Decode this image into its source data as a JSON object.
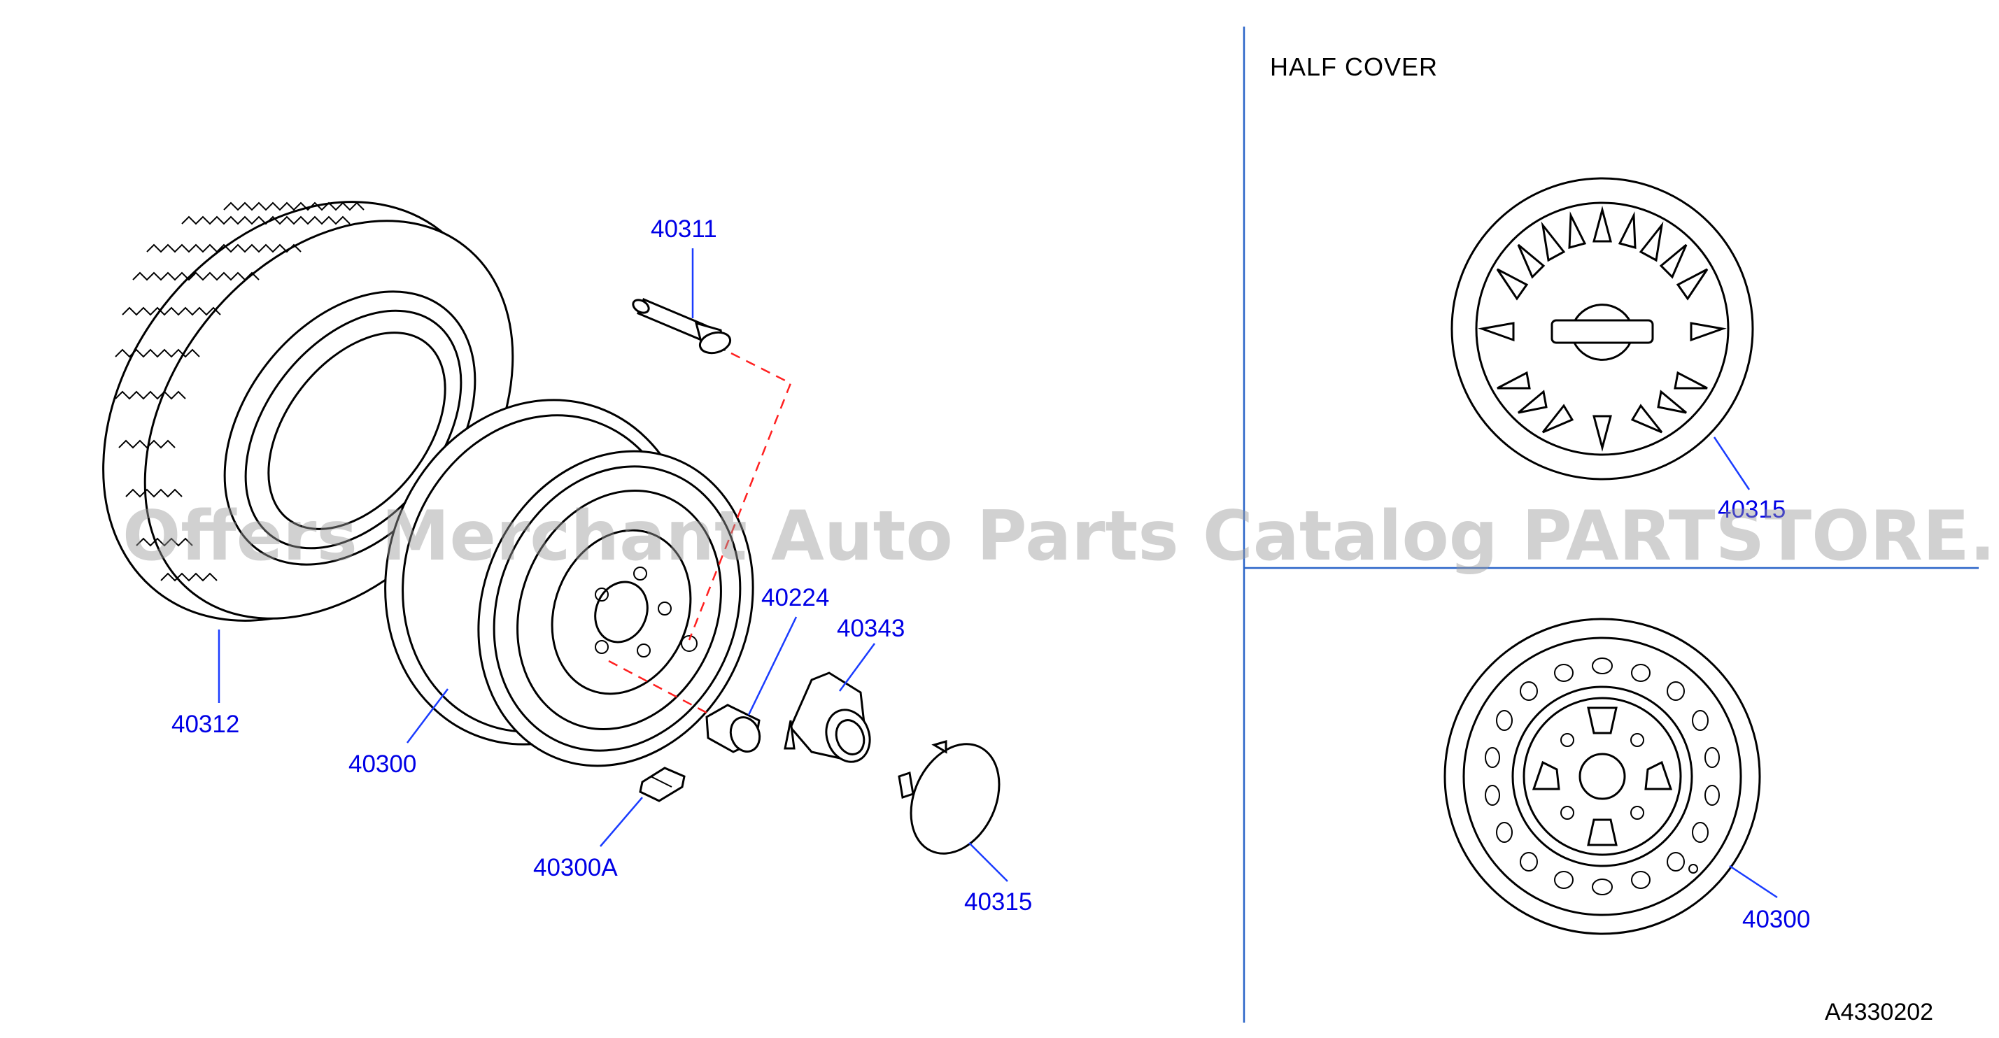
{
  "diagram": {
    "section_title": "HALF   COVER",
    "drawing_code": "A4330202",
    "watermark": "Offers Merchant Auto Parts Catalog PARTSTORE.SA",
    "callouts": {
      "valve": "40311",
      "tire": "40312",
      "wheel": "40300",
      "nut": "40224",
      "ornament": "40343",
      "balance_weight": "40300A",
      "cap": "40315",
      "half_cover": "40315",
      "wheel_front": "40300"
    },
    "colors": {
      "callout_text": "#0000e6",
      "leader_line": "#1a3cff",
      "divider": "#2a64c8",
      "dashed_guide": "#ff2020"
    }
  }
}
